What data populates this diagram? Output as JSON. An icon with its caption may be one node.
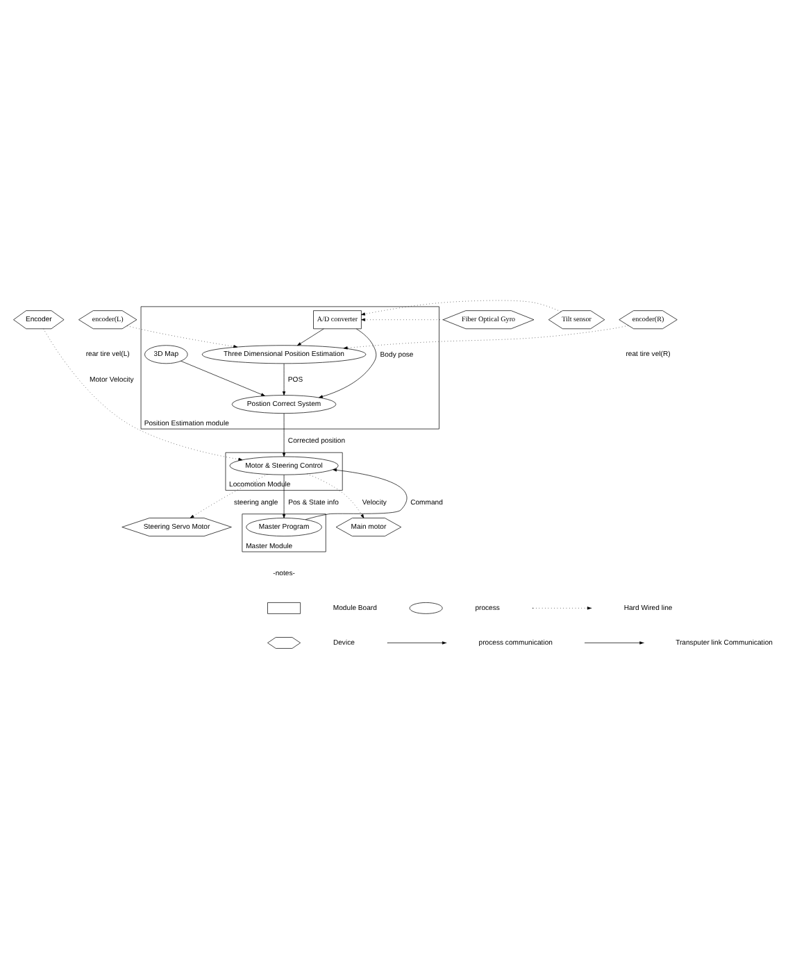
{
  "diagram": {
    "nodes": [
      {
        "text": [
          "Position Estimation module"
        ]
      },
      {
        "text": [
          "3D Map"
        ],
        "in": 0
      },
      {
        "text": [
          "A/D converter"
        ],
        "in": 0
      },
      {
        "text": [
          "Postion Correct System"
        ],
        "in": 0
      },
      {
        "text": [
          "Three Dimensional Position Estimation"
        ],
        "in": 0
      },
      {
        "text": [
          "Tilt sensor"
        ]
      },
      {
        "text": [
          "Fiber Optical Gyro"
        ]
      },
      {
        "text": [
          "encoder(L)"
        ],
        "beside": [
          "rear tire vel(L)"
        ]
      },
      {
        "text": [
          "encoder(R)"
        ],
        "beside": [
          "reat tire vel(R)"
        ]
      },
      {
        "text": [
          "Locomotion Module"
        ]
      },
      {
        "text": [
          "Motor & Steering Control"
        ],
        "in": 9
      },
      {
        "text": [
          "Encoder"
        ]
      },
      {
        "text": [
          "Main motor"
        ]
      },
      {
        "text": [
          "Steering Servo Motor"
        ]
      },
      {
        "text": [
          "Master Module"
        ]
      },
      {
        "text": [
          "Master Program"
        ],
        "in": 14
      }
    ],
    "edges": [
      {
        "from": 1,
        "to": 3,
        "arrow": "to"
      },
      {
        "from": 2,
        "to": 3,
        "arrow": "to",
        "label": "Body pose"
      },
      {
        "from": 2,
        "to": 4,
        "arrow": "to"
      },
      {
        "from": 4,
        "to": 3,
        "arrow": "to",
        "label": "POS"
      },
      {
        "from": 5,
        "to": 2,
        "arrow": "to",
        "style": "dashed"
      },
      {
        "from": 6,
        "to": 2,
        "arrow": "to",
        "style": "dashed"
      },
      {
        "from": 7,
        "to": 4,
        "arrow": "to",
        "style": "dashed"
      },
      {
        "from": 8,
        "to": 4,
        "arrow": "to",
        "style": "dashed"
      },
      {
        "from": 3,
        "to": 10,
        "arrow": "to",
        "label": "Corrected position"
      },
      {
        "from": 11,
        "to": 10,
        "arrow": "to",
        "style": "dashed",
        "label": "Motor Velocity"
      },
      {
        "from": 10,
        "to": 12,
        "arrow": "to",
        "style": "dashed",
        "label": "Velocity"
      },
      {
        "from": 10,
        "to": 13,
        "arrow": "to",
        "style": "dashed",
        "label": "steering angle"
      },
      {
        "from": 15,
        "to": 10,
        "arrow": "to",
        "label": "Command"
      },
      {
        "from": 10,
        "to": 15,
        "arrow": "to",
        "label": "Pos & State info"
      }
    ],
    "labels": [
      "-notes-"
    ],
    "legend": [
      {
        "text": "Module Board"
      },
      {
        "text": "process"
      },
      {
        "text": "Hard Wired line"
      },
      {
        "text": "Device"
      },
      {
        "text": "process communication"
      },
      {
        "text": "Transputer link Communication"
      }
    ]
  }
}
